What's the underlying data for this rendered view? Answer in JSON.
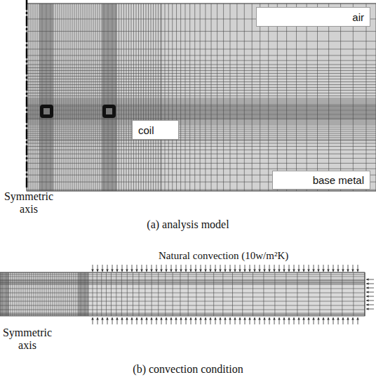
{
  "diagram": {
    "nodes": [
      {
        "text": [
          "air"
        ]
      },
      {
        "text": [
          "coil"
        ]
      },
      {
        "text": [
          "base metal"
        ]
      }
    ],
    "labels": [
      "Symmetric axis",
      "(a) analysis model",
      "Natural convection (10w/m²K)",
      "Symmetric axis",
      "(b) convection condition"
    ]
  }
}
